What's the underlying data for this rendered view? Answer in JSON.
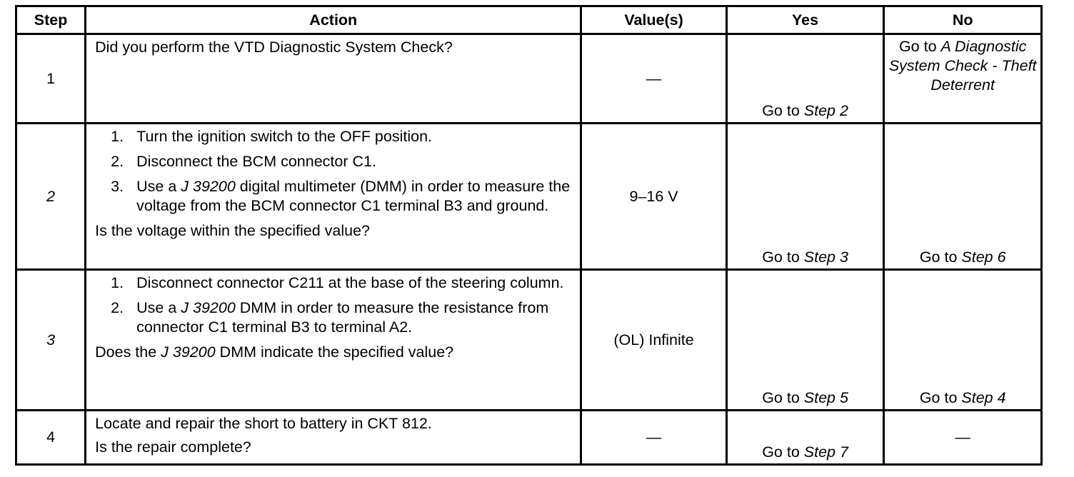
{
  "headers": {
    "step": "Step",
    "action": "Action",
    "values": "Value(s)",
    "yes": "Yes",
    "no": "No"
  },
  "rows": [
    {
      "step": "1",
      "question": "Did you perform the VTD Diagnostic System Check?",
      "value": "—",
      "yes_prefix": "Go to ",
      "yes_link": "Step 2",
      "no_prefix": "Go to ",
      "no_link": "A Diagnostic System Check - Theft Deterrent"
    },
    {
      "step": "2",
      "items": [
        {
          "num": "1.",
          "text": "Turn the ignition switch to the OFF position."
        },
        {
          "num": "2.",
          "text": "Disconnect the BCM connector C1."
        },
        {
          "num": "3.",
          "pre": "Use a ",
          "tool": "J 39200",
          "post": " digital multimeter (DMM) in order to measure the voltage from the BCM connector C1 terminal B3 and ground."
        }
      ],
      "question": "Is the voltage within the specified value?",
      "value": "9–16 V",
      "yes_prefix": "Go to ",
      "yes_link": "Step 3",
      "no_prefix": "Go to ",
      "no_link": "Step 6"
    },
    {
      "step": "3",
      "items": [
        {
          "num": "1.",
          "text": "Disconnect connector C211 at the base of the steering column."
        },
        {
          "num": "2.",
          "pre": "Use a ",
          "tool": "J 39200",
          "post": " DMM in order to measure the resistance from connector C1 terminal B3 to terminal A2."
        }
      ],
      "question_pre": "Does the ",
      "question_tool": "J 39200",
      "question_post": " DMM indicate the specified value?",
      "value": "(OL) Infinite",
      "yes_prefix": "Go to ",
      "yes_link": "Step 5",
      "no_prefix": "Go to ",
      "no_link": "Step 4"
    },
    {
      "step": "4",
      "line1": "Locate and repair the short to battery in CKT 812.",
      "question": "Is the repair complete?",
      "value": "—",
      "yes_prefix": "Go to ",
      "yes_link": "Step 7",
      "no": "—"
    }
  ]
}
